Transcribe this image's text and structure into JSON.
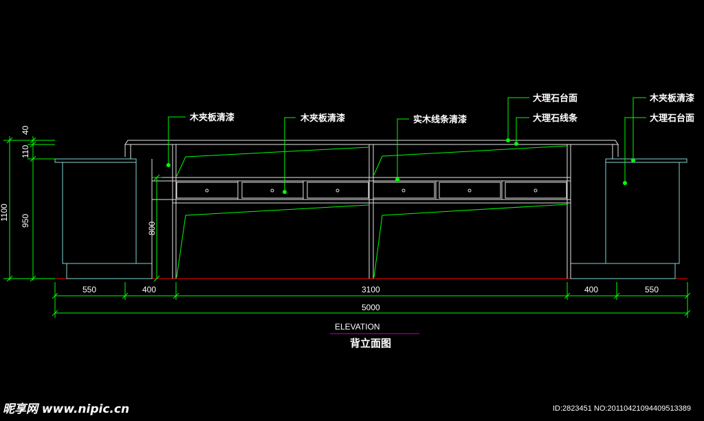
{
  "labels": {
    "wood_veneer_left": "木夹板清漆",
    "wood_veneer_center": "木夹板清漆",
    "solid_wood_trim": "实木线条清漆",
    "marble_top_center": "大理石台面",
    "marble_strip": "大理石线条",
    "wood_veneer_right": "木夹板清漆",
    "marble_top_right": "大理石台面"
  },
  "dimensions": {
    "h_40": "40",
    "h_110": "110",
    "h_950": "950",
    "h_1100": "1100",
    "h_800": "800",
    "w_550_left": "550",
    "w_400_left": "400",
    "w_3100": "3100",
    "w_400_right": "400",
    "w_550_right": "550",
    "w_5000": "5000"
  },
  "title": {
    "english": "ELEVATION",
    "chinese": "背立面图"
  },
  "watermark": {
    "brand": "昵享网 www.nipic.cn",
    "id": "ID:2823451 NO:20110421094409513389"
  },
  "colors": {
    "line_green": "#00ff00",
    "outline_white": "#e6e6e6",
    "cabinet_cyan": "#7fd6d6",
    "floor_red": "#ff0000",
    "title_underline": "#c000c0"
  }
}
